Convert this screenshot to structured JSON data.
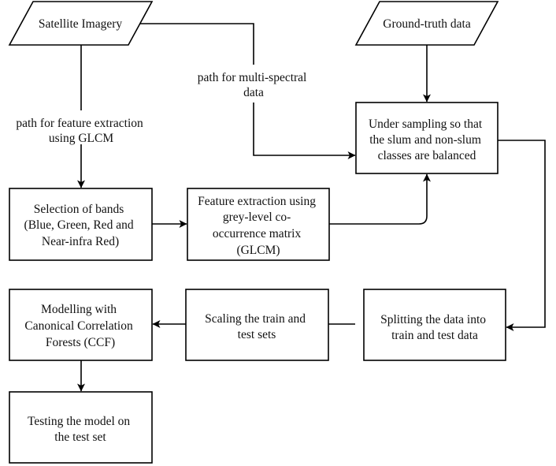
{
  "diagram": {
    "nodes": {
      "satellite_imagery": {
        "shape": "parallelogram",
        "lines": [
          "Satellite Imagery"
        ]
      },
      "ground_truth": {
        "shape": "parallelogram",
        "lines": [
          "Ground-truth data"
        ]
      },
      "under_sampling": {
        "shape": "rectangle",
        "lines": [
          "Under sampling so that",
          "the slum and non-slum",
          "classes are balanced"
        ]
      },
      "selection_of_bands": {
        "shape": "rectangle",
        "lines": [
          "Selection of bands",
          "(Blue, Green, Red and",
          "Near-infra Red)"
        ]
      },
      "feature_extraction": {
        "shape": "rectangle",
        "lines": [
          "Feature extraction using",
          "grey-level co-",
          "occurrence matrix",
          "(GLCM)"
        ]
      },
      "splitting": {
        "shape": "rectangle",
        "lines": [
          "Splitting the data into",
          "train and test data"
        ]
      },
      "scaling": {
        "shape": "rectangle",
        "lines": [
          "Scaling the train and",
          "test sets"
        ]
      },
      "modelling": {
        "shape": "rectangle",
        "lines": [
          "Modelling with",
          "Canonical Correlation",
          "Forests (CCF)"
        ]
      },
      "testing": {
        "shape": "rectangle",
        "lines": [
          "Testing the model on",
          "the test set"
        ]
      }
    },
    "edges": [
      {
        "from": "satellite_imagery",
        "to": "selection_of_bands",
        "label_lines": [
          "path for feature extraction",
          "using GLCM"
        ],
        "arrow": true
      },
      {
        "from": "satellite_imagery",
        "to": "under_sampling",
        "label_lines": [
          "path for multi-spectral",
          "data"
        ],
        "arrow": true
      },
      {
        "from": "ground_truth",
        "to": "under_sampling",
        "arrow": true
      },
      {
        "from": "selection_of_bands",
        "to": "feature_extraction",
        "arrow": true
      },
      {
        "from": "feature_extraction",
        "to": "under_sampling",
        "arrow": true
      },
      {
        "from": "under_sampling",
        "to": "splitting",
        "arrow": true
      },
      {
        "from": "splitting",
        "to": "scaling",
        "arrow": false
      },
      {
        "from": "scaling",
        "to": "modelling",
        "arrow": true
      },
      {
        "from": "modelling",
        "to": "testing",
        "arrow": true
      }
    ],
    "colors": {
      "stroke": "#000000",
      "fill": "#ffffff",
      "text": "#111111"
    }
  }
}
